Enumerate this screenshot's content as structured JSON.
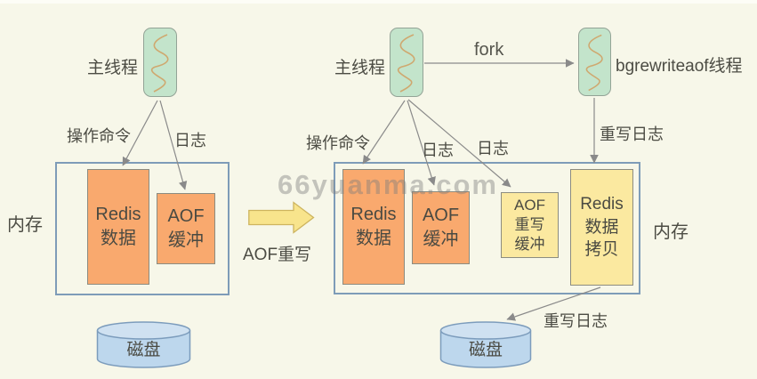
{
  "watermark": {
    "text": "66yuanma.com"
  },
  "colors": {
    "background": "#f7f7e9",
    "thread_fill": "#c3e4cb",
    "orange_box": "#f9a96e",
    "yellow_box": "#fbe9a0",
    "memory_border": "#7e9cb8",
    "disk_fill": "#bdd7ed",
    "arrow_line": "#8a8a8a",
    "block_arrow_fill": "#f8e48c"
  },
  "left": {
    "thread_label": "主线程",
    "labels": {
      "command": "操作命令",
      "log": "日志"
    },
    "memory_label": "内存",
    "boxes": {
      "redis": "Redis\n数据",
      "aof_buffer": "AOF\n缓冲"
    },
    "disk_label": "磁盘"
  },
  "middle": {
    "arrow_label": "AOF重写"
  },
  "right": {
    "thread_label": "主线程",
    "fork_label": "fork",
    "bg_thread_label": "bgrewriteaof线程",
    "labels": {
      "command": "操作命令",
      "log1": "日志",
      "log2": "日志",
      "rewrite_log_top": "重写日志",
      "rewrite_log_bottom": "重写日志"
    },
    "memory_label": "内存",
    "boxes": {
      "redis": "Redis\n数据",
      "aof_buffer": "AOF\n缓冲",
      "aof_rewrite_buffer": "AOF\n重写\n缓冲",
      "redis_copy": "Redis\n数据\n拷贝"
    },
    "disk_label": "磁盘"
  }
}
